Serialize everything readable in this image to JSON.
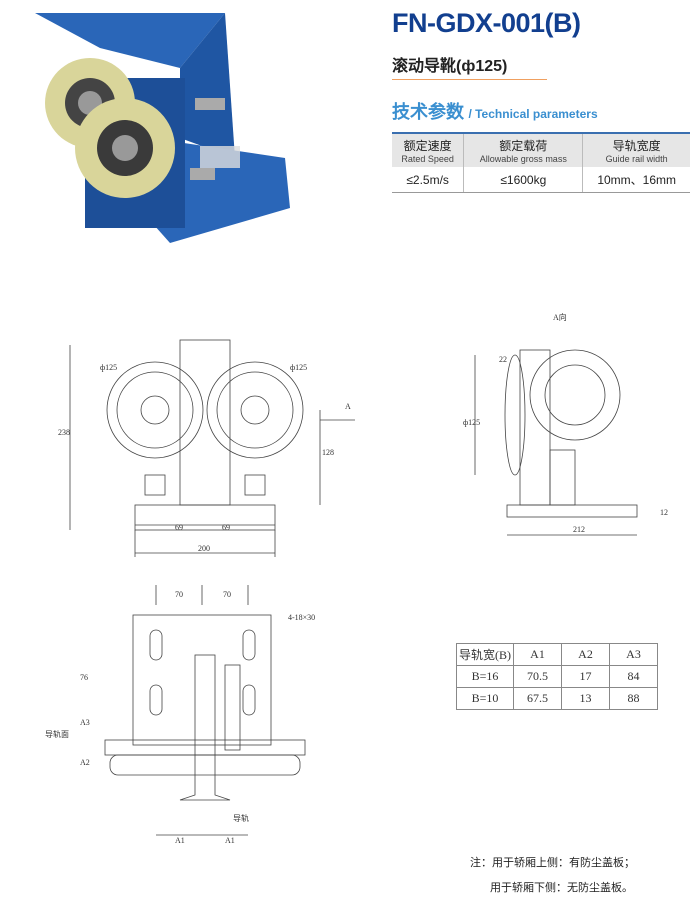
{
  "header": {
    "title": "FN-GDX-001(B)",
    "subtitle": "滚动导靴(ф125)"
  },
  "section": {
    "title_zh": "技术参数",
    "title_en": "/ Technical parameters"
  },
  "spec_table": {
    "columns": [
      {
        "zh": "额定速度",
        "en": "Rated Speed"
      },
      {
        "zh": "额定载荷",
        "en": "Allowable gross mass"
      },
      {
        "zh": "导轨宽度",
        "en": "Guide rail width"
      }
    ],
    "row": [
      "≤2.5m/s",
      "≤1600kg",
      "10mm、16mm"
    ]
  },
  "drawings": {
    "front": {
      "d1": "ф125",
      "d2": "ф125",
      "h_total": "238",
      "h_center": "128",
      "w1": "69",
      "w2": "69",
      "w_total": "200",
      "view_arrow": "A"
    },
    "side": {
      "view_label": "A向",
      "top_dim": "22",
      "diameter": "ф125",
      "base_h": "12",
      "base_w": "212"
    },
    "bottom": {
      "w1": "70",
      "w2": "70",
      "holes": "4-18×30",
      "h76": "76",
      "a3": "A3",
      "a2": "A2",
      "a1_left": "A1",
      "a1_right": "A1",
      "rail_face": "导轨面",
      "rail": "导轨"
    }
  },
  "dims_table": {
    "header": [
      "导轨宽(B)",
      "A1",
      "A2",
      "A3"
    ],
    "rows": [
      [
        "B=16",
        "70.5",
        "17",
        "84"
      ],
      [
        "B=10",
        "67.5",
        "13",
        "88"
      ]
    ]
  },
  "notes": [
    "注：用于轿厢上侧：有防尘盖板；",
    "用于轿厢下侧：无防尘盖板。"
  ]
}
